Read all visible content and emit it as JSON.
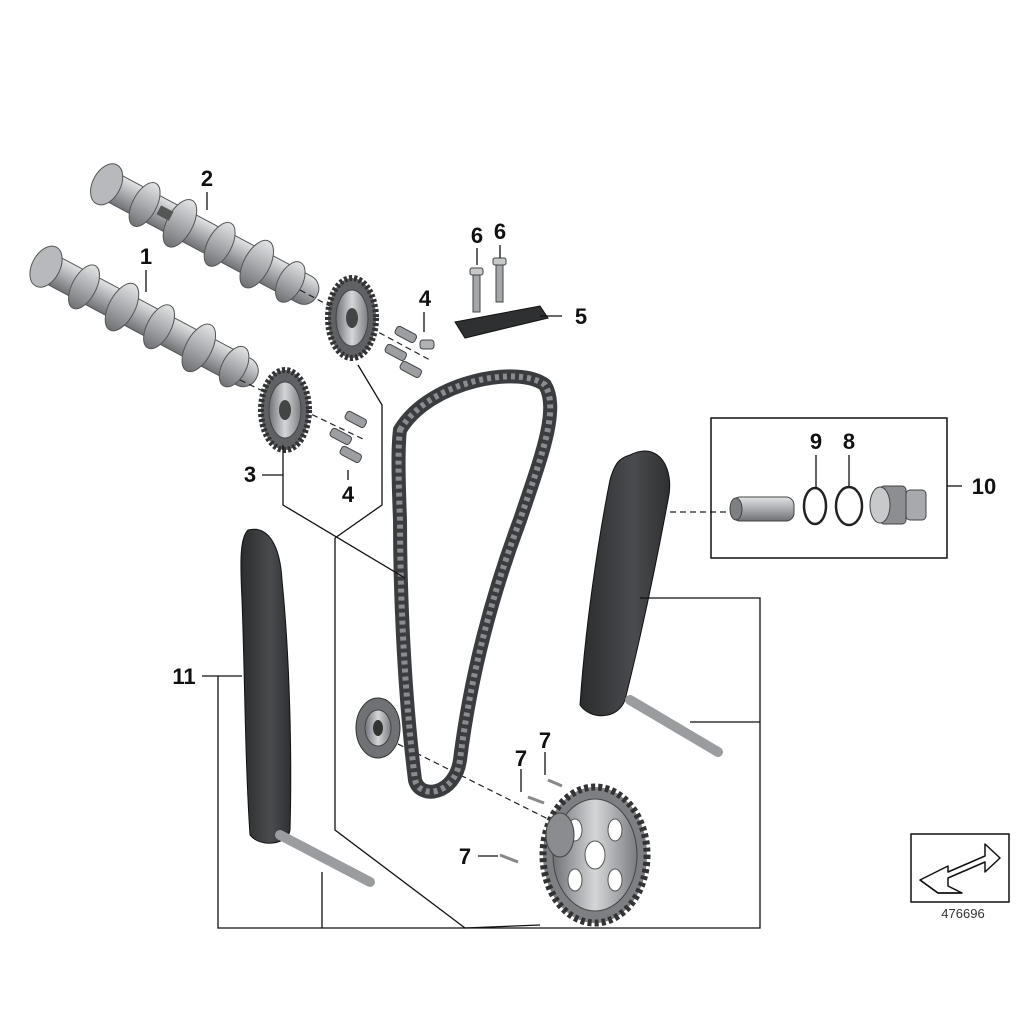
{
  "callouts": {
    "c1": "1",
    "c2": "2",
    "c3": "3",
    "c4a": "4",
    "c4b": "4",
    "c5": "5",
    "c6a": "6",
    "c6b": "6",
    "c7a": "7",
    "c7b": "7",
    "c7c": "7",
    "c8": "8",
    "c9": "9",
    "c10": "10",
    "c11": "11"
  },
  "document_number": "476696",
  "colors": {
    "metal_light": "#c9cacc",
    "metal_dark": "#7d7f83",
    "plastic_dark": "#3a3b3d",
    "line": "#111111"
  }
}
